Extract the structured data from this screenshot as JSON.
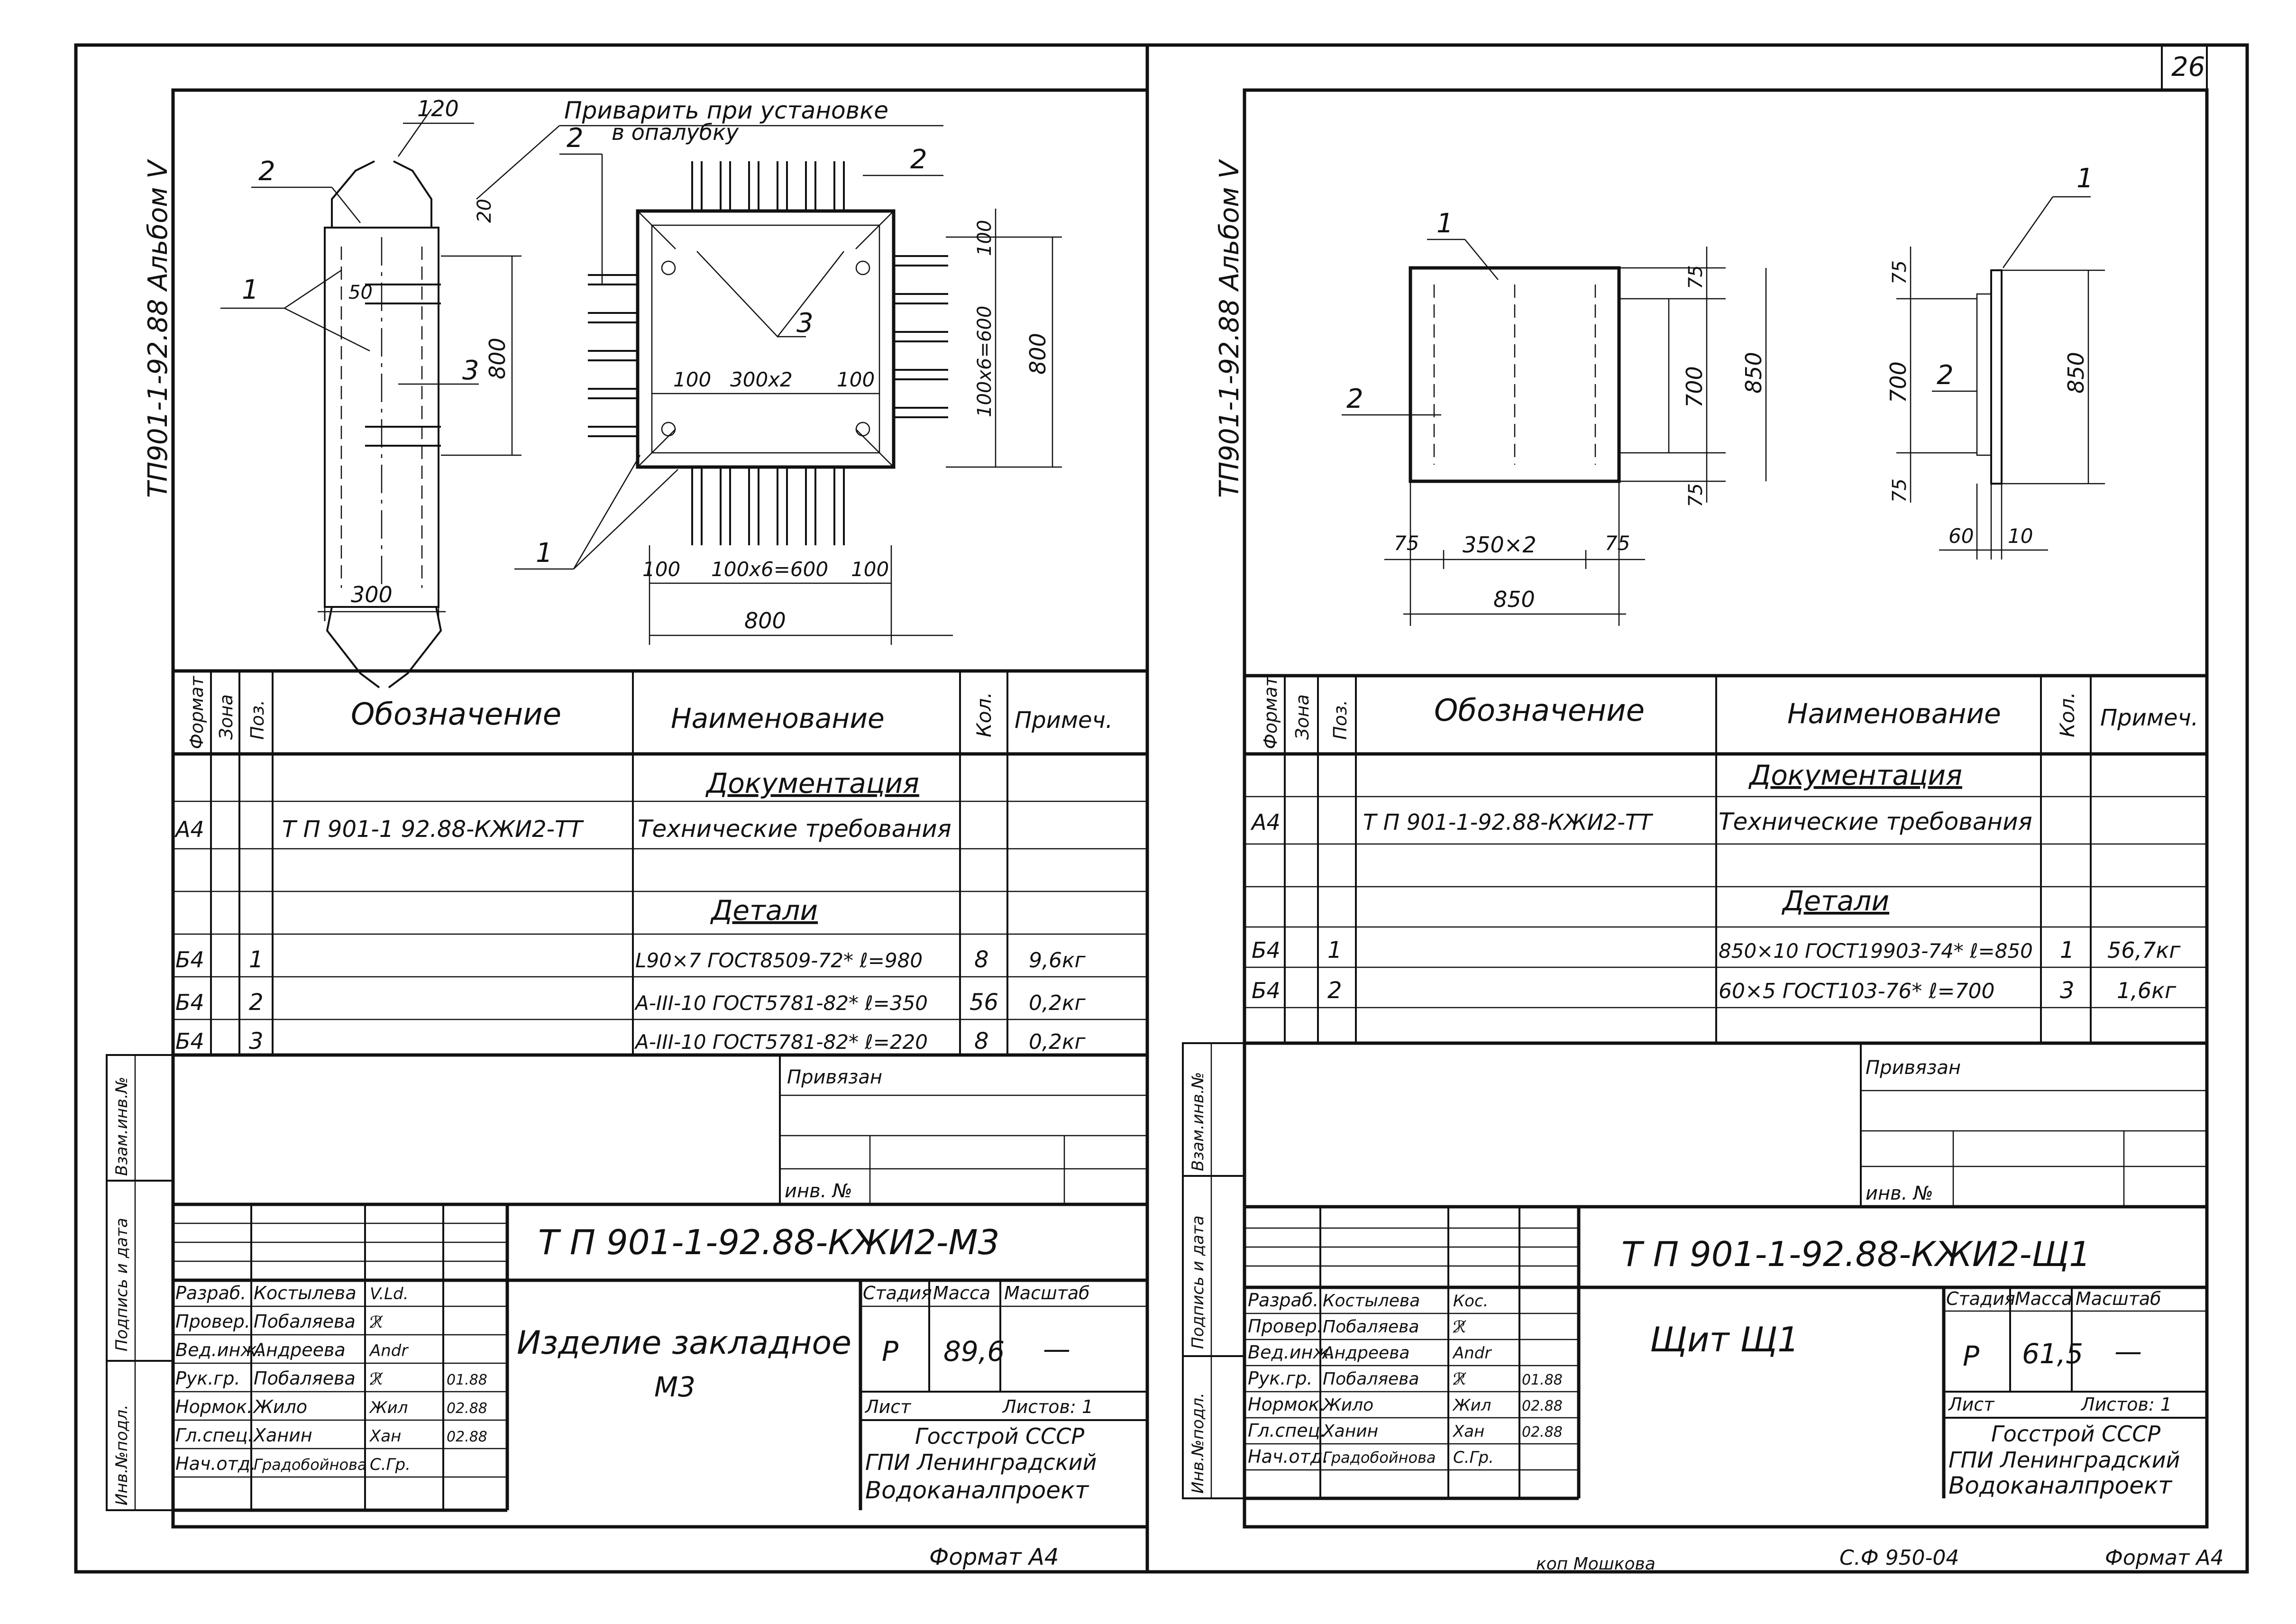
{
  "page_number": "26",
  "left": {
    "album_label": "ТП901-1-92.88 Альбом V",
    "drawing": {
      "note_line1": "Приварить при установке",
      "note_line2": "в опалубку",
      "dims": {
        "d120": "120",
        "d20": "20",
        "d50": "50",
        "d800_side": "800",
        "d300": "300",
        "d100a": "100",
        "d300x2": "300x2",
        "d100b": "100",
        "d100x6v": "100x6=600",
        "d100c": "100",
        "d800_v": "800",
        "d100d": "100",
        "d100x6h": "100x6=600",
        "d100e": "100",
        "d800_h": "800"
      },
      "callouts": {
        "c1a": "1",
        "c2a": "2",
        "c3a": "3",
        "c2b": "2",
        "c2c": "2",
        "c3b": "3",
        "c1b": "1"
      }
    },
    "spec": {
      "headers": {
        "format": "Формат",
        "zone": "Зона",
        "pos": "Поз.",
        "designation": "Обозначение",
        "name": "Наименование",
        "qty": "Кол.",
        "note": "Примеч."
      },
      "section_docs": "Документация",
      "section_parts": "Детали",
      "doc_row": {
        "format": "А4",
        "designation": "Т П 901-1 92.88-КЖИ2-ТТ",
        "name": "Технические требования"
      },
      "rows": [
        {
          "format": "Б4",
          "pos": "1",
          "name": "L90×7 ГОСТ8509-72* ℓ=980",
          "qty": "8",
          "note": "9,6кг"
        },
        {
          "format": "Б4",
          "pos": "2",
          "name": "А-III-10 ГОСТ5781-82* ℓ=350",
          "qty": "56",
          "note": "0,2кг"
        },
        {
          "format": "Б4",
          "pos": "3",
          "name": "А-III-10 ГОСТ5781-82* ℓ=220",
          "qty": "8",
          "note": "0,2кг"
        }
      ]
    },
    "privyazan": "Привязан",
    "inv_no": "инв. №",
    "side_labels": {
      "vzam": "Взам.инв.№",
      "podpis": "Подпись и дата",
      "inv_podl": "Инв.№подл."
    },
    "title_block": {
      "doc_code": "Т П 901-1-92.88-КЖИ2-М3",
      "roles": [
        {
          "role": "Разраб.",
          "name": "Костылева",
          "sign": "V.Ld.",
          "date": ""
        },
        {
          "role": "Провер.",
          "name": "Побаляева",
          "sign": "ℛ̸",
          "date": ""
        },
        {
          "role": "Вед.инж.",
          "name": "Андреева",
          "sign": "Andr",
          "date": ""
        },
        {
          "role": "Рук.гр.",
          "name": "Побаляева",
          "sign": "ℛ̸",
          "date": "01.88"
        },
        {
          "role": "Нормок.",
          "name": "Жило",
          "sign": "Жил",
          "date": "02.88"
        },
        {
          "role": "Гл.спец.",
          "name": "Ханин",
          "sign": "Хан",
          "date": "02.88"
        },
        {
          "role": "Нач.отд.",
          "name": "Градобойнова",
          "sign": "С.Гр.",
          "date": ""
        }
      ],
      "product_name_line1": "Изделие закладное",
      "product_name_line2": "М3",
      "stage_label": "Стадия",
      "mass_label": "Масса",
      "scale_label": "Масштаб",
      "stage": "Р",
      "mass": "89,6",
      "scale": "—",
      "sheet_label": "Лист",
      "sheets_label": "Листов: 1",
      "org_line1": "Госстрой СССР",
      "org_line2": "ГПИ Ленинградский",
      "org_line3": "Водоканалпроект"
    },
    "format_label": "Формат А4"
  },
  "right": {
    "album_label": "ТП901-1-92.88 Альбом V",
    "drawing": {
      "dims": {
        "d75a": "75",
        "d700a": "700",
        "d850a": "850",
        "d75b": "75",
        "d75c": "75",
        "d350x2": "350×2",
        "d75d": "75",
        "d850h": "850",
        "d75e": "75",
        "d700b": "700",
        "d850b": "850",
        "d75f": "75",
        "d60": "60",
        "d10": "10"
      },
      "callouts": {
        "c1a": "1",
        "c2a": "2",
        "c1b": "1",
        "c2b": "2"
      }
    },
    "spec": {
      "headers": {
        "format": "Формат",
        "zone": "Зона",
        "pos": "Поз.",
        "designation": "Обозначение",
        "name": "Наименование",
        "qty": "Кол.",
        "note": "Примеч."
      },
      "section_docs": "Документация",
      "section_parts": "Детали",
      "doc_row": {
        "format": "А4",
        "designation": "Т П 901-1-92.88-КЖИ2-ТТ",
        "name": "Технические требования"
      },
      "rows": [
        {
          "format": "Б4",
          "pos": "1",
          "name": "850×10 ГОСТ19903-74* ℓ=850",
          "qty": "1",
          "note": "56,7кг"
        },
        {
          "format": "Б4",
          "pos": "2",
          "name": "60×5 ГОСТ103-76* ℓ=700",
          "qty": "3",
          "note": "1,6кг"
        }
      ]
    },
    "privyazan": "Привязан",
    "inv_no": "инв. №",
    "side_labels": {
      "vzam": "Взам.инв.№",
      "podpis": "Подпись и дата",
      "inv_podl": "Инв.№подл."
    },
    "title_block": {
      "doc_code": "Т П 901-1-92.88-КЖИ2-Щ1",
      "roles": [
        {
          "role": "Разраб.",
          "name": "Костылева",
          "sign": "Кос.",
          "date": ""
        },
        {
          "role": "Провер.",
          "name": "Побаляева",
          "sign": "ℛ̸",
          "date": ""
        },
        {
          "role": "Вед.инж.",
          "name": "Андреева",
          "sign": "Andr",
          "date": ""
        },
        {
          "role": "Рук.гр.",
          "name": "Побаляева",
          "sign": "ℛ̸",
          "date": "01.88"
        },
        {
          "role": "Нормок.",
          "name": "Жило",
          "sign": "Жил",
          "date": "02.88"
        },
        {
          "role": "Гл.спец.",
          "name": "Ханин",
          "sign": "Хан",
          "date": "02.88"
        },
        {
          "role": "Нач.отд.",
          "name": "Градобойнова",
          "sign": "С.Гр.",
          "date": ""
        }
      ],
      "product_name": "Щит Щ1",
      "stage_label": "Стадия",
      "mass_label": "Масса",
      "scale_label": "Масштаб",
      "stage": "Р",
      "mass": "61,5",
      "scale": "—",
      "sheet_label": "Лист",
      "sheets_label": "Листов: 1",
      "org_line1": "Госстрой СССР",
      "org_line2": "ГПИ Ленинградский",
      "org_line3": "Водоканалпроект"
    },
    "copied_by": "коп Мошкова",
    "sf_code": "С.Ф 950-04",
    "format_label": "Формат А4"
  }
}
